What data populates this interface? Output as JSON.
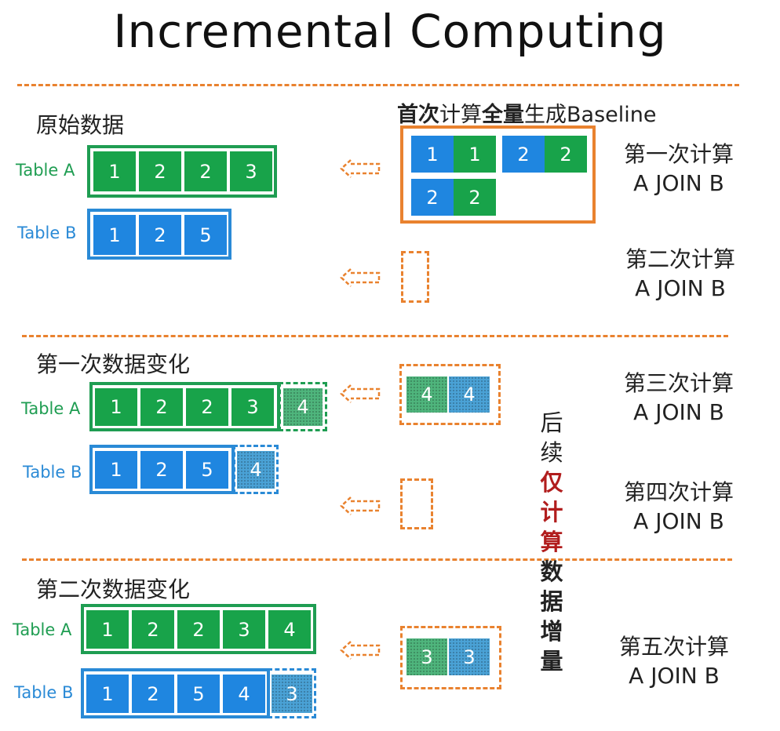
{
  "title": "Incremental Computing",
  "sections": [
    {
      "label": "原始数据",
      "tables": [
        {
          "name": "Table A",
          "color": "green",
          "values": [
            "1",
            "2",
            "2",
            "3"
          ],
          "delta": []
        },
        {
          "name": "Table B",
          "color": "blue",
          "values": [
            "1",
            "2",
            "5"
          ],
          "delta": []
        }
      ]
    },
    {
      "label": "第一次数据变化",
      "tables": [
        {
          "name": "Table A",
          "color": "green",
          "values": [
            "1",
            "2",
            "2",
            "3"
          ],
          "delta": [
            "4"
          ]
        },
        {
          "name": "Table B",
          "color": "blue",
          "values": [
            "1",
            "2",
            "5"
          ],
          "delta": [
            "4"
          ]
        }
      ]
    },
    {
      "label": "第二次数据变化",
      "tables": [
        {
          "name": "Table A",
          "color": "green",
          "values": [
            "1",
            "2",
            "2",
            "3",
            "4"
          ],
          "delta": []
        },
        {
          "name": "Table B",
          "color": "blue",
          "values": [
            "1",
            "2",
            "5",
            "4"
          ],
          "delta": [
            "3"
          ]
        }
      ]
    }
  ],
  "baseline_caption": {
    "part1": "首次",
    "part2": "计算",
    "part3": "全量",
    "part4": "生成Baseline"
  },
  "baseline_result": {
    "row1": [
      {
        "v": "1",
        "c": "blue"
      },
      {
        "v": "1",
        "c": "green"
      },
      {
        "v": "2",
        "c": "blue"
      },
      {
        "v": "2",
        "c": "green"
      }
    ],
    "row2": [
      {
        "v": "2",
        "c": "blue"
      },
      {
        "v": "2",
        "c": "green"
      }
    ]
  },
  "results": {
    "third": [
      {
        "v": "4",
        "c": "green"
      },
      {
        "v": "4",
        "c": "blue"
      }
    ],
    "fifth": [
      {
        "v": "3",
        "c": "green"
      },
      {
        "v": "3",
        "c": "blue"
      }
    ]
  },
  "steps": [
    {
      "line1": "第一次计算",
      "line2": "A JOIN B"
    },
    {
      "line1": "第二次计算",
      "line2": "A JOIN B"
    },
    {
      "line1": "第三次计算",
      "line2": "A JOIN B"
    },
    {
      "line1": "第四次计算",
      "line2": "A JOIN B"
    },
    {
      "line1": "第五次计算",
      "line2": "A JOIN B"
    }
  ],
  "vertical_note": {
    "part1": [
      "后",
      "续"
    ],
    "part2": [
      "仅",
      "计",
      "算"
    ],
    "part3": [
      "数",
      "据",
      "增",
      "量"
    ]
  },
  "colors": {
    "green": "#18a34a",
    "blue": "#1f86e0",
    "orange": "#e9822f",
    "red_note": "#b11d1d"
  }
}
